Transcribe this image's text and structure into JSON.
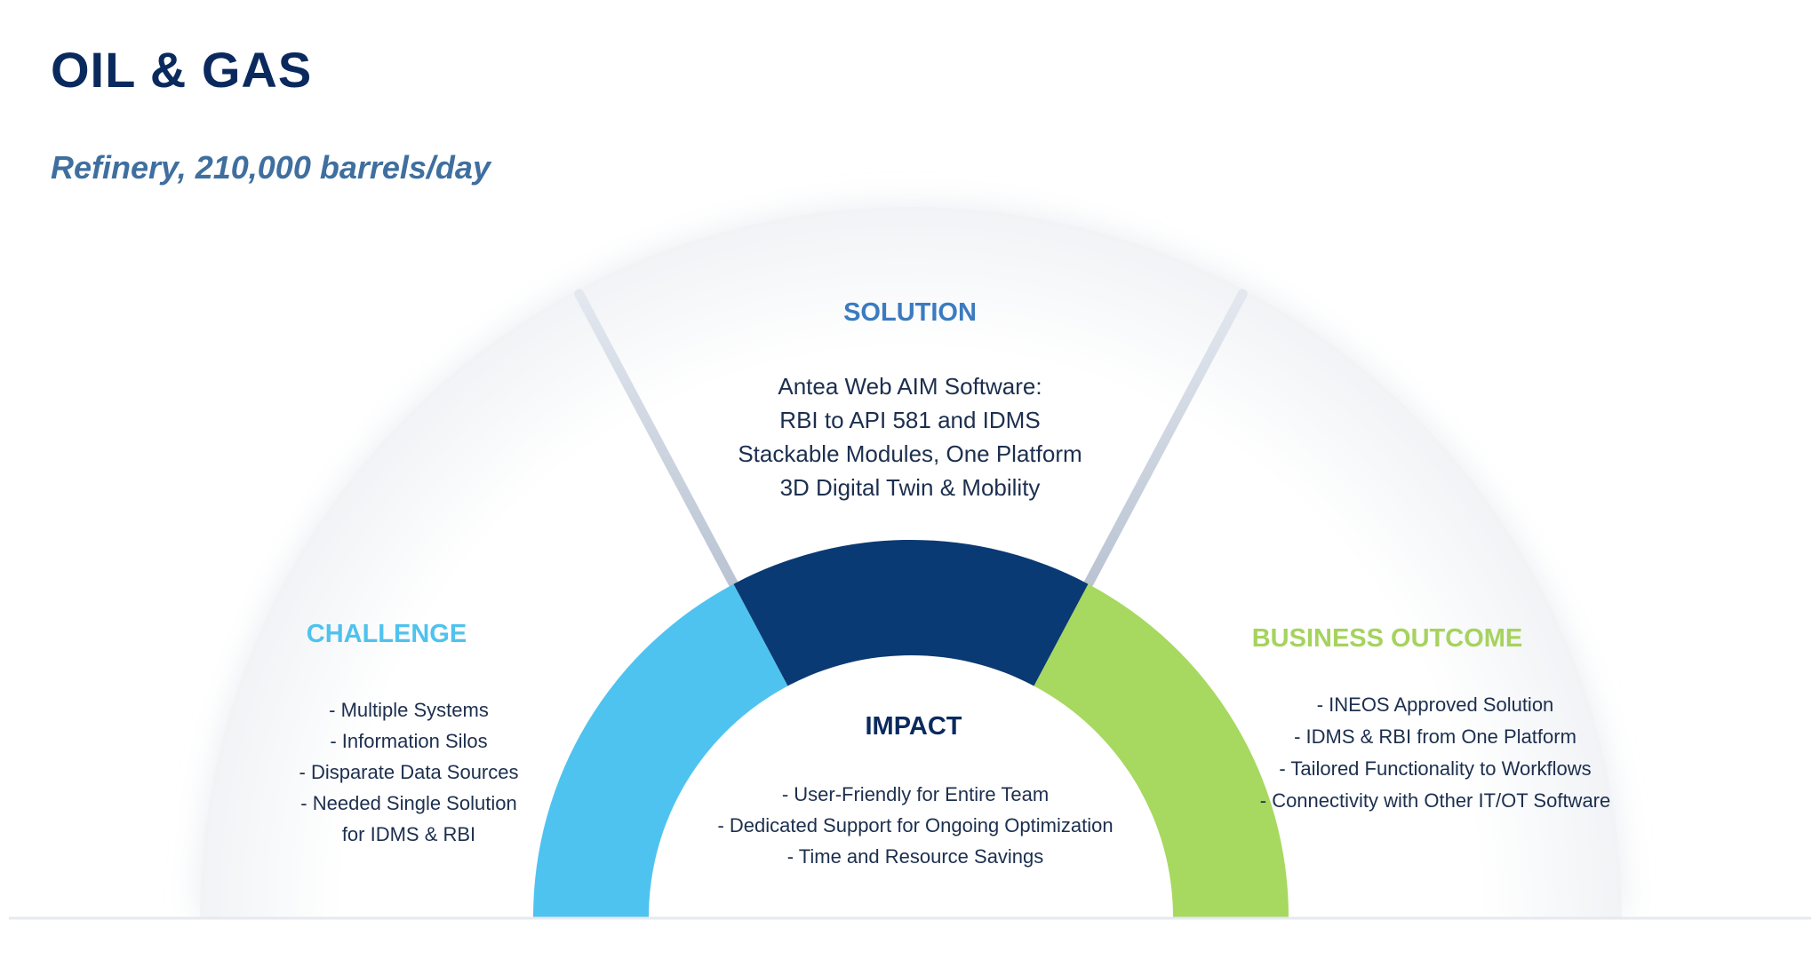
{
  "title": "OIL & GAS",
  "subtitle": "Refinery, 210,000 barrels/day",
  "colors": {
    "challenge": "#4fc3f0",
    "impact": "#0a3a73",
    "outcome": "#a7d860",
    "solution_heading": "#3b7bbf",
    "challenge_heading": "#4fc2ee",
    "outcome_heading": "#a5d35e",
    "dark_text": "#0a2a5e"
  },
  "solution": {
    "heading": "SOLUTION",
    "items": [
      "Antea Web AIM Software:",
      "RBI to API 581 and IDMS",
      "Stackable Modules, One Platform",
      "3D Digital Twin & Mobility"
    ]
  },
  "challenge": {
    "heading": "CHALLENGE",
    "items": [
      "-   Multiple Systems",
      "-   Information Silos",
      "- Disparate Data Sources",
      "-   Needed Single Solution",
      "for IDMS & RBI"
    ]
  },
  "outcome": {
    "heading": "BUSINESS OUTCOME",
    "items": [
      "-  INEOS Approved Solution",
      "-  IDMS & RBI from One Platform",
      "- Tailored Functionality to Workflows",
      "- Connectivity with Other IT/OT Software"
    ]
  },
  "impact": {
    "heading": "IMPACT",
    "items": [
      "- User-Friendly for Entire Team",
      "- Dedicated Support for Ongoing Optimization",
      "- Time and Resource Savings"
    ]
  }
}
